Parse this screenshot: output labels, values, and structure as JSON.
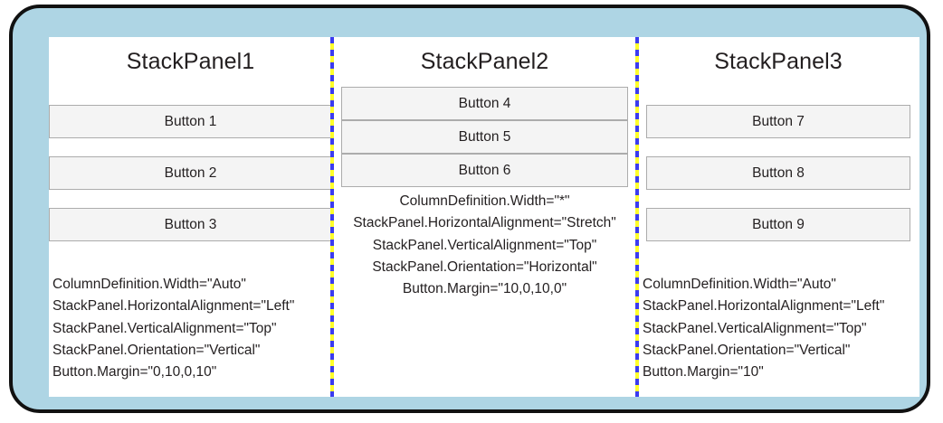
{
  "frame": {
    "background_color": "#aed5e4",
    "border_color": "#111111"
  },
  "divider": {
    "color_a": "#3b3bf0",
    "color_b": "#ffff2b",
    "style": "dashed-vertical"
  },
  "columns": [
    {
      "title": "StackPanel1",
      "buttons": [
        "Button 1",
        "Button 2",
        "Button 3"
      ],
      "caption": [
        "ColumnDefinition.Width=\"Auto\"",
        "StackPanel.HorizontalAlignment=\"Left\"",
        "StackPanel.VerticalAlignment=\"Top\"",
        "StackPanel.Orientation=\"Vertical\"",
        "Button.Margin=\"0,10,0,10\""
      ]
    },
    {
      "title": "StackPanel2",
      "buttons": [
        "Button 4",
        "Button 5",
        "Button 6"
      ],
      "caption": [
        "ColumnDefinition.Width=\"*\"",
        "StackPanel.HorizontalAlignment=\"Stretch\"",
        "StackPanel.VerticalAlignment=\"Top\"",
        "StackPanel.Orientation=\"Horizontal\"",
        "Button.Margin=\"10,0,10,0\""
      ]
    },
    {
      "title": "StackPanel3",
      "buttons": [
        "Button 7",
        "Button 8",
        "Button 9"
      ],
      "caption": [
        "ColumnDefinition.Width=\"Auto\"",
        "StackPanel.HorizontalAlignment=\"Left\"",
        "StackPanel.VerticalAlignment=\"Top\"",
        "StackPanel.Orientation=\"Vertical\"",
        "Button.Margin=\"10\""
      ]
    }
  ]
}
